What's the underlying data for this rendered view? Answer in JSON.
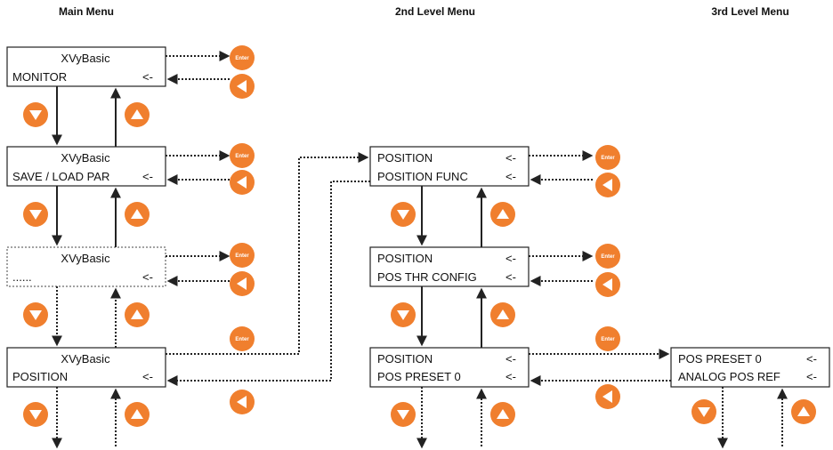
{
  "headers": {
    "main": "Main Menu",
    "second": "2nd Level Menu",
    "third": "3rd Level Menu"
  },
  "menus": {
    "monitor": {
      "line1": "XVyBasic",
      "line2": "MONITOR",
      "arrow": "<-"
    },
    "save_load": {
      "line1": "XVyBasic",
      "line2": "SAVE / LOAD PAR",
      "arrow": "<-"
    },
    "ellipsis": {
      "line1": "XVyBasic",
      "line2": "......",
      "arrow": "<-"
    },
    "position_main": {
      "line1": "XVyBasic",
      "line2": "POSITION",
      "arrow": "<-"
    },
    "position_func": {
      "line1": "POSITION",
      "line2": "POSITION FUNC",
      "arrow1": "<-",
      "arrow2": "<-"
    },
    "pos_thr": {
      "line1": "POSITION",
      "line2": "POS THR CONFIG",
      "arrow1": "<-",
      "arrow2": "<-"
    },
    "pos_preset": {
      "line1": "POSITION",
      "line2": "POS PRESET 0",
      "arrow1": "<-",
      "arrow2": "<-"
    },
    "third_level": {
      "line1": "POS PRESET 0",
      "line2": "ANALOG POS REF",
      "arrow1": "<-",
      "arrow2": "<-"
    }
  },
  "buttons": {
    "enter_label": "Enter",
    "color": "#f07f2e"
  },
  "icons": {
    "enter": "enter-button-icon",
    "back": "back-arrow-icon",
    "up": "up-arrow-icon",
    "down": "down-arrow-icon"
  }
}
